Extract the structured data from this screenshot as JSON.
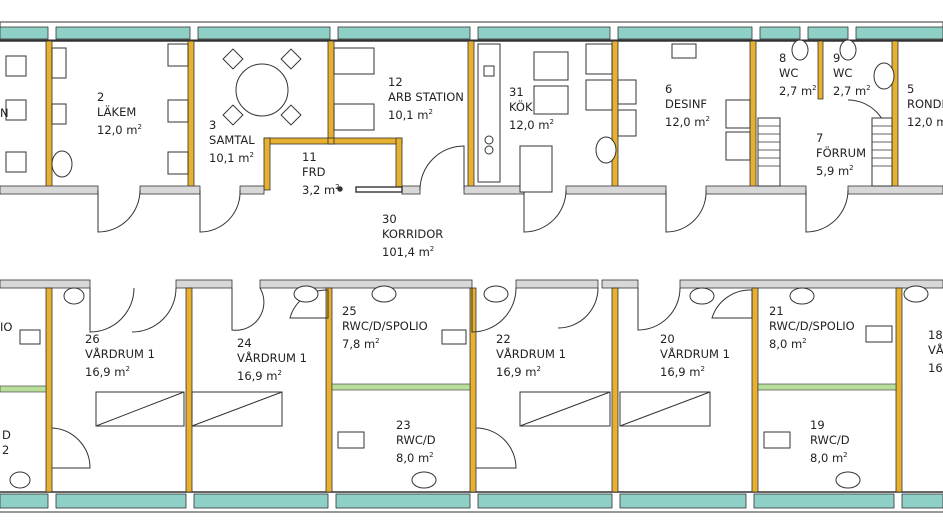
{
  "rooms": [
    {
      "id": "r2",
      "num": "2",
      "name": "LÄKEM",
      "area": "12,0 m",
      "sup": "2"
    },
    {
      "id": "r3",
      "num": "3",
      "name": "SAMTAL",
      "area": "10,1 m",
      "sup": "2"
    },
    {
      "id": "r11",
      "num": "11",
      "name": "FRD",
      "area": "3,2 m",
      "sup": "2"
    },
    {
      "id": "r12",
      "num": "12",
      "name": "ARB STATION",
      "area": "10,1 m",
      "sup": "2"
    },
    {
      "id": "r31",
      "num": "31",
      "name": "KÖK",
      "area": "12,0 m",
      "sup": "2"
    },
    {
      "id": "r6",
      "num": "6",
      "name": "DESINF",
      "area": "12,0 m",
      "sup": "2"
    },
    {
      "id": "r8",
      "num": "8",
      "name": "WC",
      "area": "2,7 m",
      "sup": "2"
    },
    {
      "id": "r9",
      "num": "9",
      "name": "WC",
      "area": "2,7 m",
      "sup": "2"
    },
    {
      "id": "r7",
      "num": "7",
      "name": "FÖRRUM",
      "area": "5,9 m",
      "sup": "2"
    },
    {
      "id": "r5",
      "num": "5",
      "name": "RONDR",
      "area": "12,0 m",
      "sup": "2"
    },
    {
      "id": "r30",
      "num": "30",
      "name": "KORRIDOR",
      "area": "101,4 m",
      "sup": "2"
    },
    {
      "id": "r26",
      "num": "26",
      "name": "VÅRDRUM 1",
      "area": "16,9 m",
      "sup": "2"
    },
    {
      "id": "r24",
      "num": "24",
      "name": "VÅRDRUM 1",
      "area": "16,9 m",
      "sup": "2"
    },
    {
      "id": "r25",
      "num": "25",
      "name": "RWC/D/SPOLIO",
      "area": "7,8 m",
      "sup": "2"
    },
    {
      "id": "r23",
      "num": "23",
      "name": "RWC/D",
      "area": "8,0 m",
      "sup": "2"
    },
    {
      "id": "r22",
      "num": "22",
      "name": "VÅRDRUM 1",
      "area": "16,9 m",
      "sup": "2"
    },
    {
      "id": "r20",
      "num": "20",
      "name": "VÅRDRUM 1",
      "area": "16,9 m",
      "sup": "2"
    },
    {
      "id": "r21",
      "num": "21",
      "name": "RWC/D/SPOLIO",
      "area": "8,0 m",
      "sup": "2"
    },
    {
      "id": "r19",
      "num": "19",
      "name": "RWC/D",
      "area": "8,0 m",
      "sup": "2"
    },
    {
      "id": "r18",
      "num": "18",
      "name": "VÅ",
      "area": "16,",
      "sup": ""
    }
  ],
  "partial_labels": {
    "left_top": "N",
    "left_mid": "IO",
    "left_low1": "D",
    "left_low2": "2"
  },
  "colors": {
    "wall": "#e8b030",
    "window": "#8fd0c6",
    "line": "#333333",
    "green": "#b9dd9a"
  }
}
